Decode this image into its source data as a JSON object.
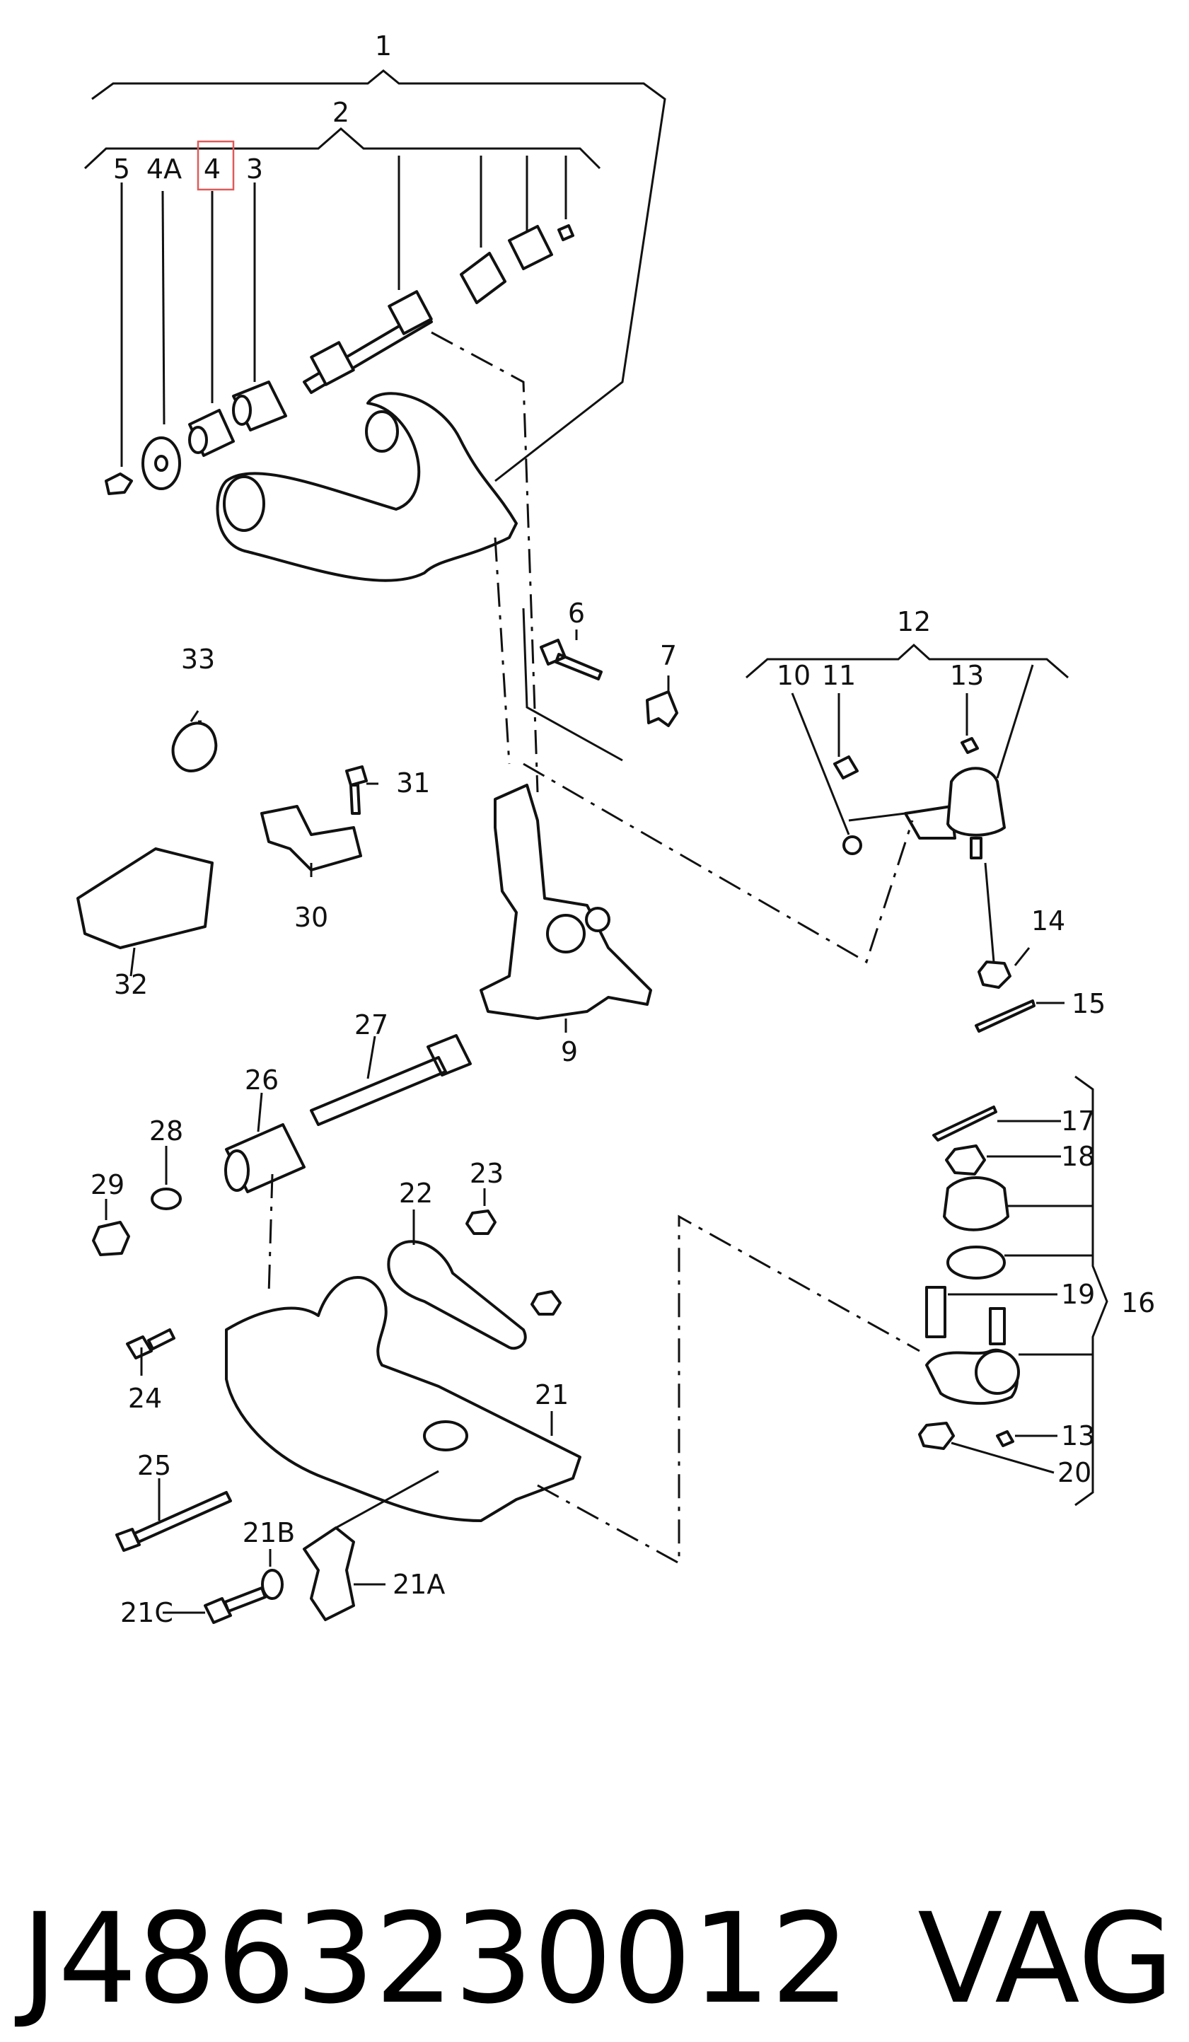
{
  "labels": {
    "l1": "1",
    "l2": "2",
    "l3": "3",
    "l4": "4",
    "l4a": "4A",
    "l5": "5",
    "l6": "6",
    "l7": "7",
    "l9": "9",
    "l10": "10",
    "l11": "11",
    "l12": "12",
    "l13a": "13",
    "l13b": "13",
    "l14": "14",
    "l15": "15",
    "l16": "16",
    "l17": "17",
    "l18": "18",
    "l19": "19",
    "l20": "20",
    "l21": "21",
    "l21a": "21A",
    "l21b": "21B",
    "l21c": "21C",
    "l22": "22",
    "l23": "23",
    "l24": "24",
    "l25": "25",
    "l26": "26",
    "l27": "27",
    "l28": "28",
    "l29": "29",
    "l30": "30",
    "l31": "31",
    "l32": "32",
    "l33": "33"
  },
  "part_number": "J486323001​2",
  "brand": "VAG",
  "highlight_color": "#e05a5a"
}
